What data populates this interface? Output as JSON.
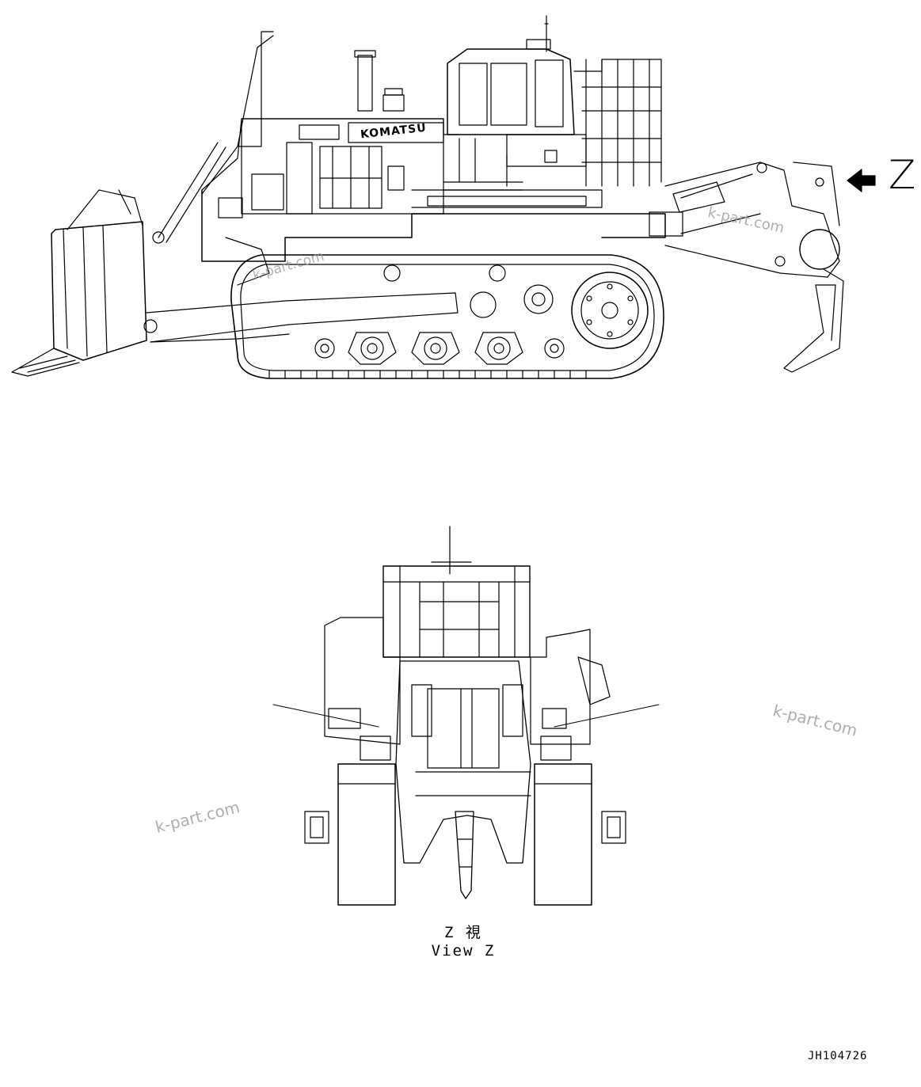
{
  "view_marker": {
    "letter": "Z"
  },
  "brand_label": "KOMATSU",
  "view_caption": {
    "japanese": "Z 視",
    "english": "View Z"
  },
  "drawing_number": "JH104726",
  "watermarks": [
    "k-part.com",
    "k-part.com",
    "k-part.com",
    "k-part.com"
  ]
}
